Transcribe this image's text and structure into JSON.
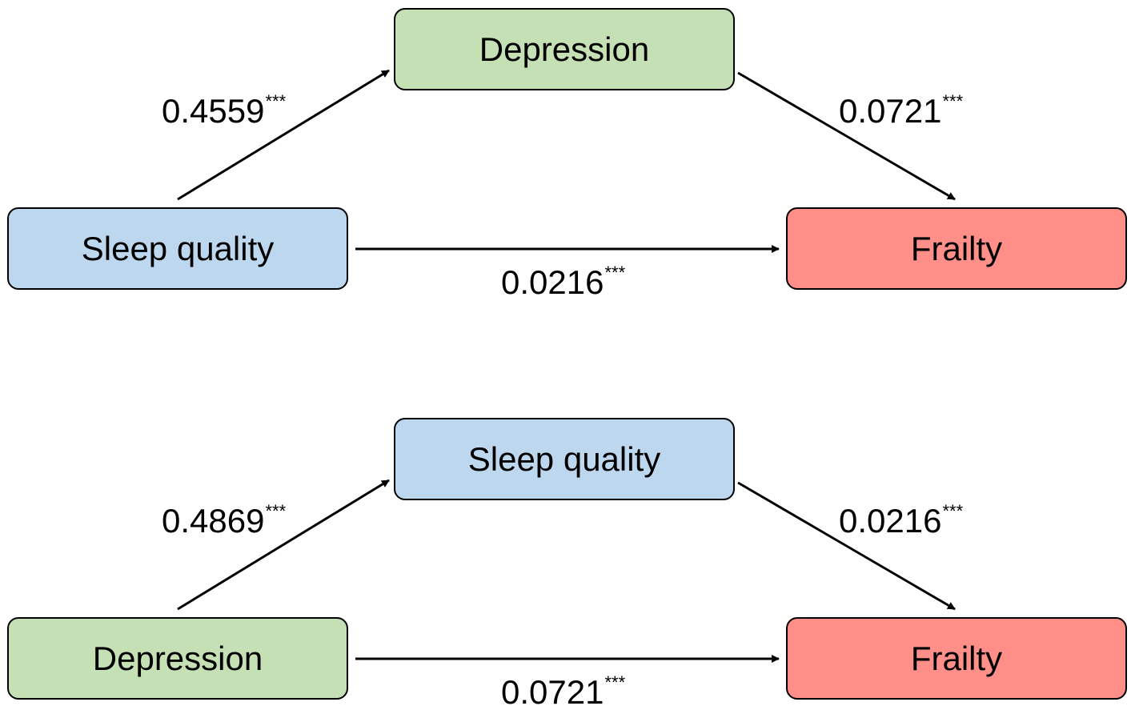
{
  "diagrams": [
    {
      "mediator": {
        "label": "Depression",
        "color": "#c5e0b4"
      },
      "predictor": {
        "label": "Sleep quality",
        "color": "#bdd7ee"
      },
      "outcome": {
        "label": "Frailty",
        "color": "#ff8f88"
      },
      "path_a": {
        "value": "0.4559",
        "sig": "***"
      },
      "path_b": {
        "value": "0.0721",
        "sig": "***"
      },
      "path_c": {
        "value": "0.0216",
        "sig": "***"
      }
    },
    {
      "mediator": {
        "label": "Sleep quality",
        "color": "#bdd7ee"
      },
      "predictor": {
        "label": "Depression",
        "color": "#c5e0b4"
      },
      "outcome": {
        "label": "Frailty",
        "color": "#ff8f88"
      },
      "path_a": {
        "value": "0.4869",
        "sig": "***"
      },
      "path_b": {
        "value": "0.0216",
        "sig": "***"
      },
      "path_c": {
        "value": "0.0721",
        "sig": "***"
      }
    }
  ]
}
